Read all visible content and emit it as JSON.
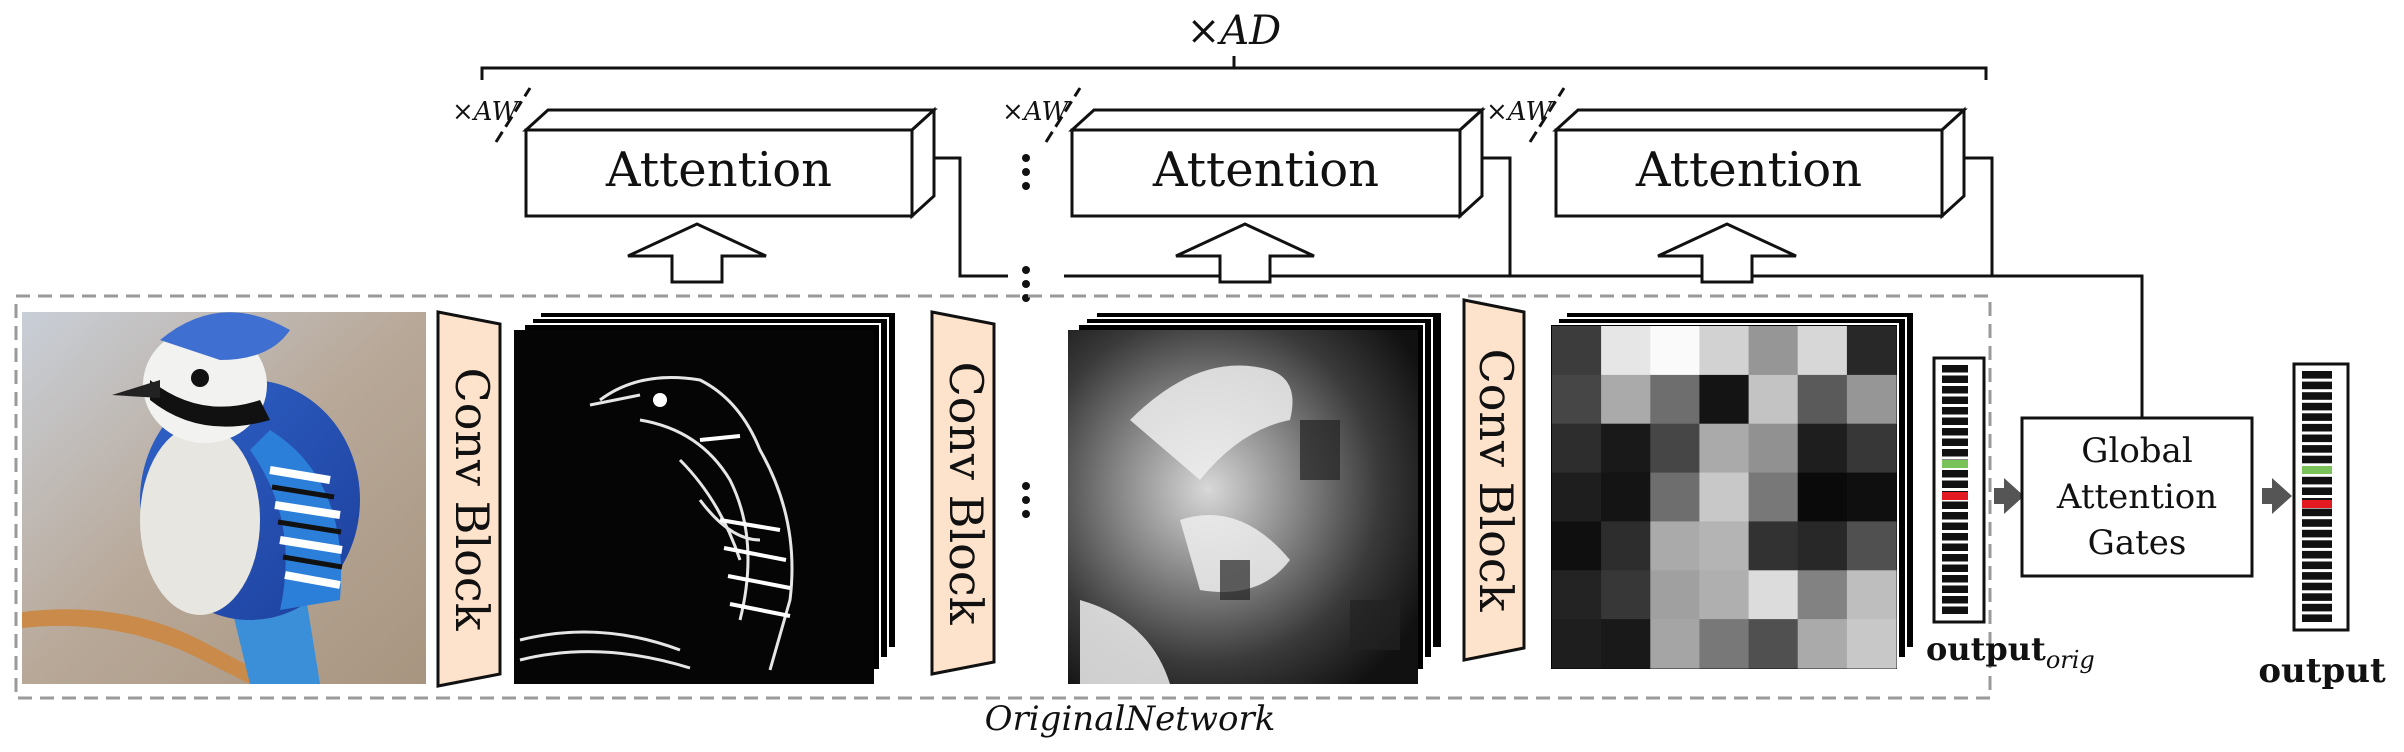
{
  "repeat_depth_label": "×AD",
  "repeat_width_label": "×AW",
  "attention_label": "Attention",
  "conv_block_label": "Conv Block",
  "original_network_label": "OriginalNetwork",
  "output_orig_label": {
    "main": "output",
    "sub": "orig"
  },
  "global_gates_lines": [
    "Global",
    "Attention",
    "Gates"
  ],
  "output_label": "output",
  "colors": {
    "conv_fill": "#fde3cc",
    "stroke": "#111111",
    "dashed_frame": "#9a9a9a",
    "green_bar": "#7ac35a",
    "red_bar": "#e21a22",
    "arrow_grey": "#555555"
  },
  "heatmap_gray_levels": [
    [
      60,
      230,
      250,
      210,
      150,
      215,
      40
    ],
    [
      70,
      170,
      110,
      20,
      195,
      90,
      150
    ],
    [
      45,
      25,
      70,
      170,
      145,
      30,
      55
    ],
    [
      30,
      20,
      110,
      200,
      120,
      10,
      15
    ],
    [
      15,
      45,
      170,
      180,
      50,
      40,
      80
    ],
    [
      35,
      55,
      160,
      175,
      220,
      130,
      190
    ],
    [
      30,
      25,
      165,
      120,
      80,
      170,
      200
    ]
  ]
}
